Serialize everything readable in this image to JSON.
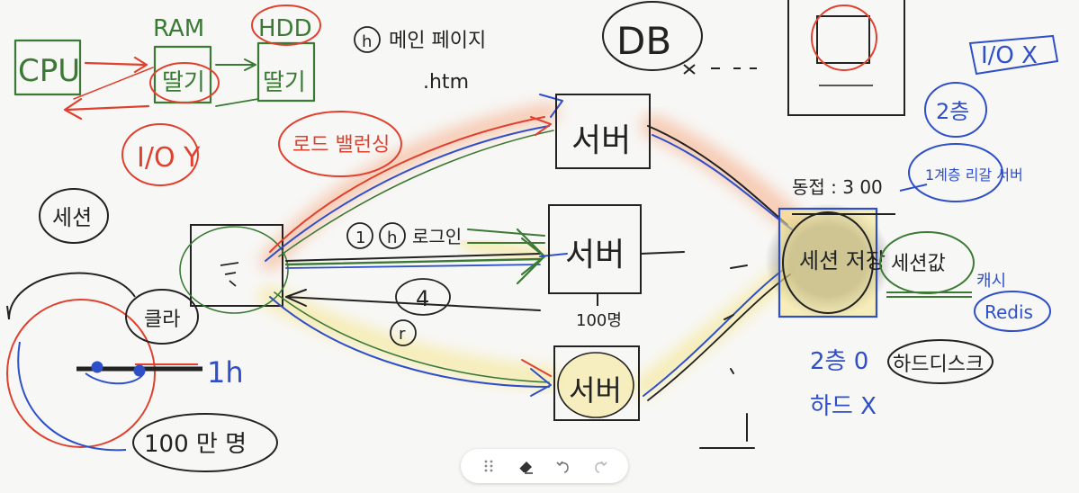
{
  "diagram": {
    "labels": {
      "cpu": "CPU",
      "ram": "RAM",
      "hdd": "HDD",
      "ram_box": "딸기",
      "hdd_box": "딸기",
      "io_left": "I/O Y",
      "main_page_num": "h",
      "main_page": "메인 페이지",
      "htm": ".htm",
      "db": "DB",
      "io_right": "I/O X",
      "session_left": "세션",
      "load_balancer": "로드 밸런싱",
      "circle_1": "1",
      "circle_h": "h",
      "login": "로그인",
      "circle_4": "4",
      "circle_r": "r",
      "server_top": "서버",
      "server_mid": "서버",
      "server_bottom": "서버",
      "hundred_people": "100명",
      "client_label": "클라",
      "time_1h": "1h",
      "million": "100 만 명",
      "concurrent": "동접 : 3 00",
      "level_2": "2층",
      "level2_note": "1계층 리갈 서버",
      "session_store": "세션 저장",
      "session_value": "세션값",
      "cache": "캐시",
      "redis": "Redis",
      "level2_zero": "2층 0",
      "hard_disk": "하드디스크",
      "hard_x": "하드 X"
    }
  },
  "toolbar": {
    "items": [
      {
        "name": "drag-handle-icon"
      },
      {
        "name": "eraser-icon"
      },
      {
        "name": "undo-icon"
      },
      {
        "name": "redo-icon"
      }
    ]
  },
  "colors": {
    "green": "#3b7a35",
    "red": "#e0412f",
    "blue": "#2f4fc9",
    "black": "#222222",
    "orange_highlight": "#f7a77f",
    "yellow_highlight": "#f6e58a",
    "gray_glow": "#7a7a7a"
  }
}
